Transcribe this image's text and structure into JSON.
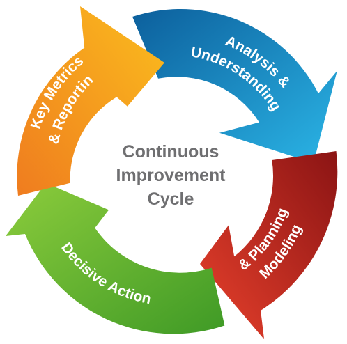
{
  "diagram": {
    "center": {
      "lines": [
        "Continuous",
        "Improvement",
        "Cycle"
      ]
    },
    "segments": [
      {
        "id": "analysis",
        "lines": [
          "Analysis &",
          "Understanding"
        ],
        "color_light": "#2bb5e6",
        "color_dark": "#0c5f9c"
      },
      {
        "id": "modeling",
        "lines": [
          "Modeling",
          "& Planning"
        ],
        "color_light": "#e8412c",
        "color_dark": "#8b1414"
      },
      {
        "id": "decisive",
        "lines": [
          "Decisive Action"
        ],
        "color_light": "#8ccc3c",
        "color_dark": "#3f9a26"
      },
      {
        "id": "metrics",
        "lines": [
          "Key Metrics",
          "& Reporting"
        ],
        "color_light": "#fbbd1d",
        "color_dark": "#ef7c1f"
      }
    ]
  }
}
